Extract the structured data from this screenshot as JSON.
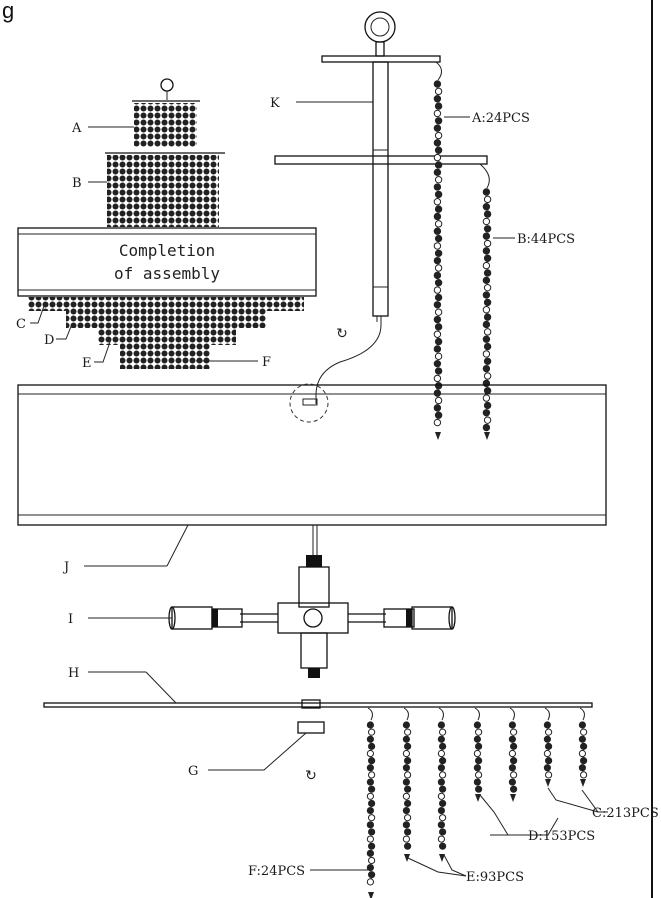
{
  "header": {
    "title_fragment": "g"
  },
  "assembled_view": {
    "caption_line1": "Completion",
    "caption_line2": "of assembly",
    "labels": {
      "a": "A",
      "b": "B",
      "c": "C",
      "d": "D",
      "e": "E",
      "f": "F"
    }
  },
  "parts": {
    "k": "K",
    "j": "J",
    "i": "I",
    "h": "H",
    "g": "G"
  },
  "chains": {
    "a_count": "A:24PCS",
    "b_count": "B:44PCS",
    "c_count": "C:213PCS",
    "d_count": "D:153PCS",
    "e_count": "E:93PCS",
    "f_count": "F:24PCS"
  },
  "icons": [
    "hanging-ring-icon",
    "rotate-arrow-icon",
    "crystal-bead-icon"
  ],
  "colors": {
    "line": "#222222",
    "bead": "#222222",
    "page": "#ffffff"
  }
}
